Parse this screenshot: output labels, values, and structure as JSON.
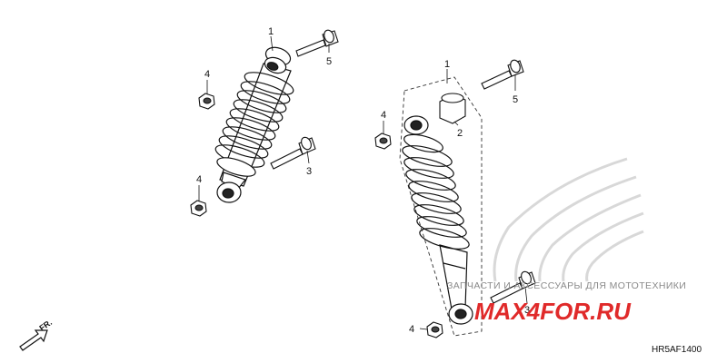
{
  "callouts": {
    "left_shock": "1",
    "left_bolt_top": "5",
    "left_nut_top": "4",
    "left_nut_bottom": "4",
    "left_bolt_bottom": "3",
    "right_shock": "1",
    "right_bushing": "2",
    "right_bolt_top": "5",
    "right_nut_top": "4",
    "right_bolt_bottom": "3",
    "right_nut_bottom": "4"
  },
  "front_indicator": "FR.",
  "diagram_code": "HR5AF1400",
  "watermark": {
    "tagline": "ЗАПЧАСТИ И АКСЕССУАРЫ ДЛЯ МОТОТЕХНИКИ",
    "logo": "MAX4FOR.RU"
  },
  "colors": {
    "line": "#111111",
    "watermark_text": "#8a8a8a",
    "watermark_logo": "#e02a2a",
    "wing_logo": "#d8d8d8"
  }
}
